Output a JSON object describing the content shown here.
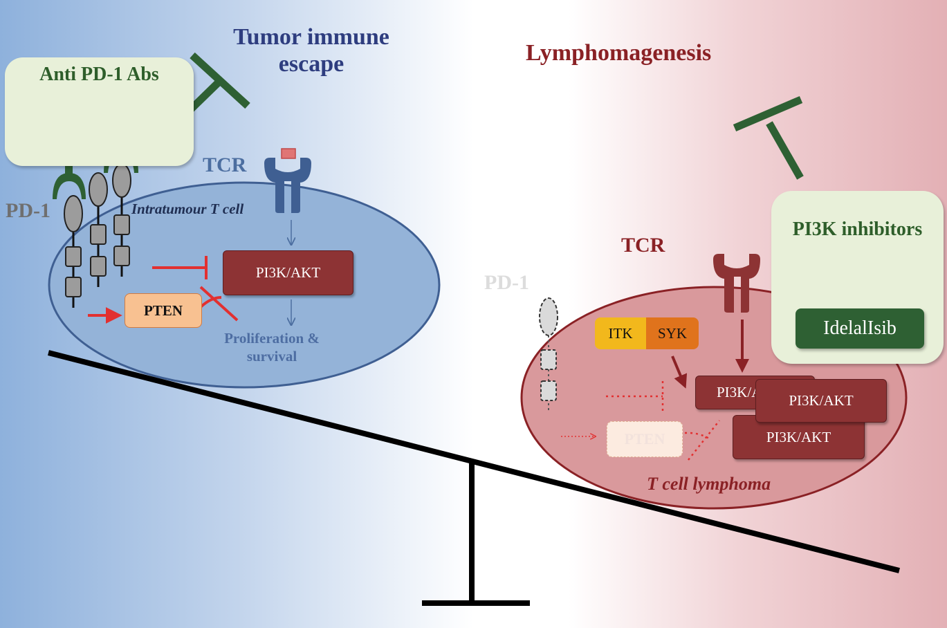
{
  "titles": {
    "left": "Tumor immune escape",
    "right": "Lymphomagenesis"
  },
  "left_panel": {
    "drug_box_label": "Anti PD-1 Abs",
    "tcr_label": "TCR",
    "pd1_label": "PD-1",
    "cell_label": "Intratumour T cell",
    "pi3k_label": "PI3K/AKT",
    "pten_label": "PTEN",
    "outcome_label": "Proliferation & survival"
  },
  "right_panel": {
    "drug_box_label": "PI3K inhibitors",
    "drug_name": "IdelalIsib",
    "tcr_label": "TCR",
    "pd1_label": "PD-1",
    "itk_label": "ITK",
    "syk_label": "SYK",
    "pi3k_labels": [
      "PI3K/A",
      "PI3K/AKT",
      "PI3K/AKT"
    ],
    "pten_label": "PTEN",
    "cell_label": "T cell lymphoma"
  },
  "colors": {
    "left_blue": "#8eb1dc",
    "right_red": "#e3b0b5",
    "cell_left_fill": "#94b3d8",
    "cell_right_fill": "#d9999c",
    "inhibitor_green": "#2e6033",
    "pi3k_box": "#8d3334",
    "inhibition_red": "#e23030"
  }
}
